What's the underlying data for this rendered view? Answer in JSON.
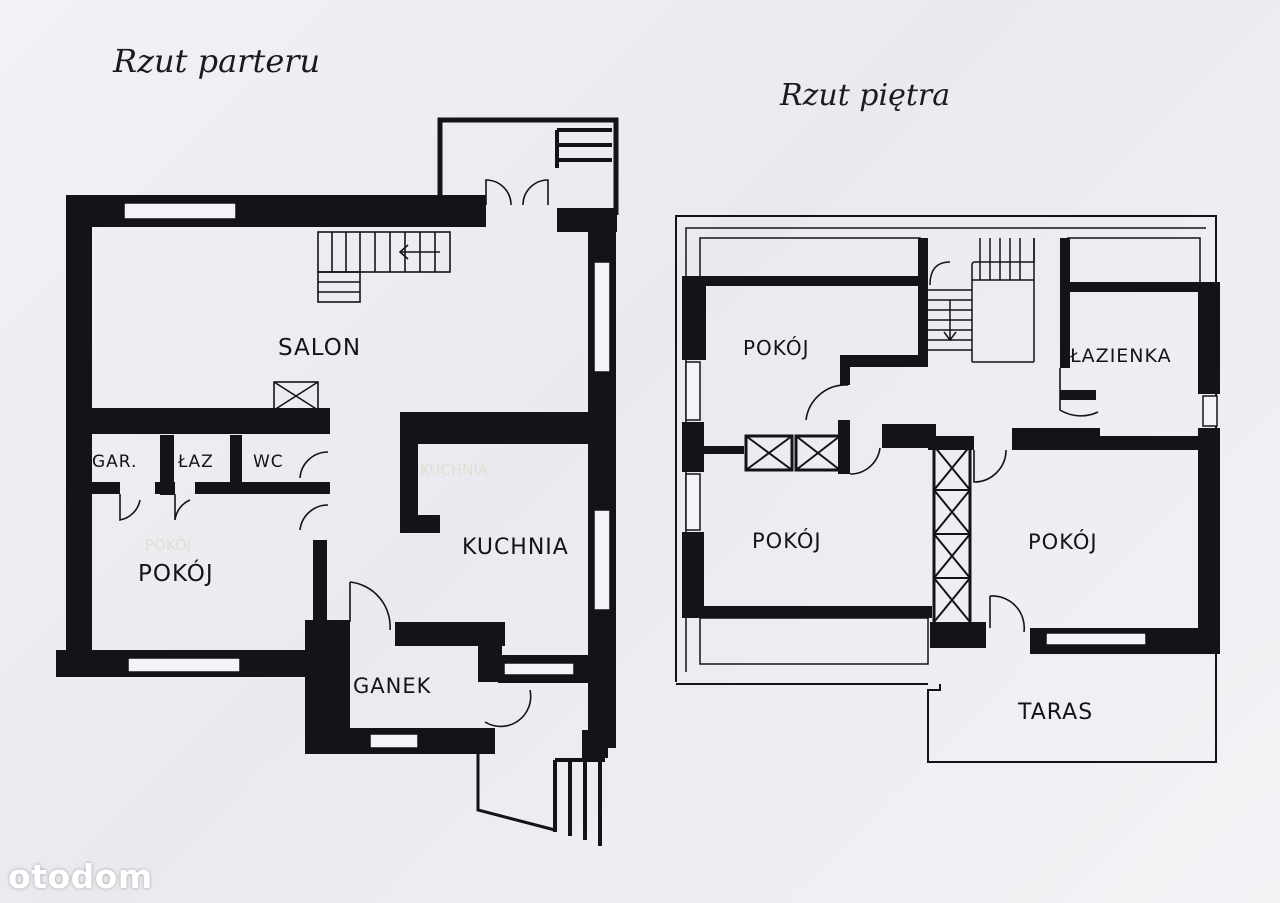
{
  "titles": {
    "ground_floor": "Rzut parteru",
    "upper_floor": "Rzut piętra"
  },
  "ground_floor_rooms": {
    "salon": "SALON",
    "garderoba": "GAR.",
    "lazienka": "ŁAZ",
    "wc": "WC",
    "pokoj": "POKÓJ",
    "kuchnia": "KUCHNIA",
    "ganek": "GANEK",
    "old_kuchnia": "KUCHNIA",
    "old_pokoj": "POKÓJ"
  },
  "upper_floor_rooms": {
    "pokoj_nw": "POKÓJ",
    "lazienka": "ŁAZIENKA",
    "pokoj_mid": "POKÓJ",
    "pokoj_east": "POKÓJ",
    "taras": "TARAS"
  },
  "watermark": {
    "logo_text": "otodom",
    "color": "#ffffff"
  },
  "colors": {
    "paper": "#ecedf2",
    "ink": "#141418"
  }
}
